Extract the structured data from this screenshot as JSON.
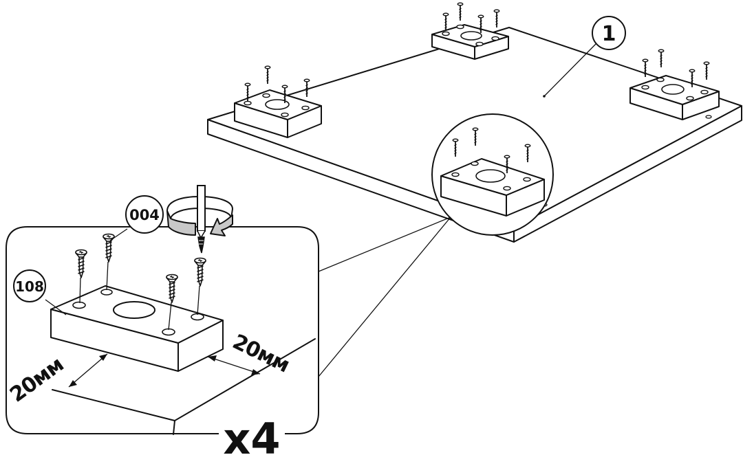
{
  "labels": {
    "board_part": "1",
    "screw_part": "004",
    "block_part": "108"
  },
  "dimensions": {
    "edge_offset_left": "20ᴍᴍ",
    "edge_offset_right": "20ᴍᴍ"
  },
  "quantity": "x4",
  "icons": [
    "screwdriver-icon",
    "rotation-arrow-icon",
    "screw-icon"
  ]
}
